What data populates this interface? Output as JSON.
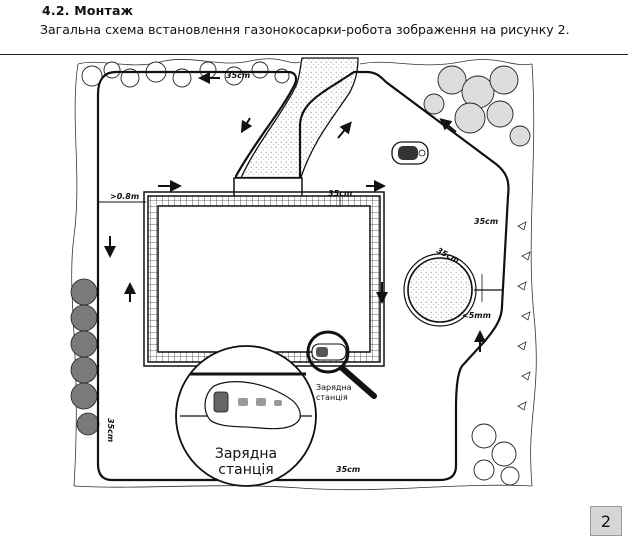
{
  "section": {
    "heading": "4.2. Монтаж",
    "intro": "Загальна схема встановлення газонокосарки-робота зображення на рисунку 2."
  },
  "diagram": {
    "labels": {
      "top_wire": "35cm",
      "house_wire": "35cm",
      "bottom_wire": "35cm",
      "right_wire": "35cm",
      "left_wire": "35cm",
      "tree_wire": "35cm",
      "left_gap": ">0.8m",
      "tree_gap": "<5mm"
    },
    "station_small_label_line1": "Зарядна",
    "station_small_label_line2": "станція",
    "station_big_label_line1": "Зарядна",
    "station_big_label_line2": "станція"
  },
  "page_number": "2"
}
